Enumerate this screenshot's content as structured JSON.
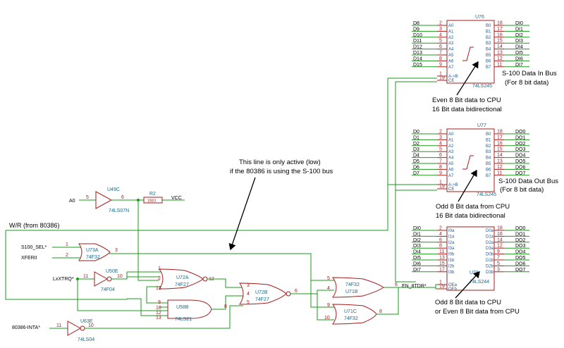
{
  "nets": {
    "d_hi": [
      "D8",
      "D9",
      "D10",
      "D11",
      "D12",
      "D13",
      "D14",
      "D15"
    ],
    "d_lo": [
      "D0",
      "D1",
      "D2",
      "D3",
      "D4",
      "D5",
      "D6",
      "D7"
    ],
    "di": [
      "DI0",
      "DI1",
      "DI2",
      "DI3",
      "DI4",
      "DI5",
      "DI6",
      "DI7"
    ],
    "do": [
      "DO0",
      "DO1",
      "DO2",
      "DO3",
      "DO4",
      "DO5",
      "DO6",
      "DO7"
    ],
    "a0": "A0",
    "vcc": "VCC",
    "wr": "W/R (from 80386)",
    "s100sel": "S100_SEL*",
    "xferii": "XFERII",
    "lxtrq": "LxXTRQ*",
    "inta": "80386-INTA*",
    "en8tdr": "EN_8TDR*"
  },
  "pins": {
    "a_left": [
      "2",
      "3",
      "4",
      "5",
      "6",
      "7",
      "8",
      "9"
    ],
    "b_right": [
      "18",
      "17",
      "16",
      "15",
      "14",
      "13",
      "12",
      "11"
    ],
    "dir": "1",
    "oe": "19",
    "bus244_left": [
      "2",
      "4",
      "6",
      "8",
      "11",
      "13",
      "15",
      "17"
    ],
    "bus244_right": [
      "18",
      "16",
      "14",
      "12",
      "9",
      "7",
      "5",
      "3"
    ],
    "bus244_oe_a": "1",
    "bus244_oe_b": "19",
    "u49c": [
      "5",
      "6"
    ],
    "u73a": [
      "1",
      "2",
      "3"
    ],
    "u50e": [
      "11",
      "10"
    ],
    "u72a": [
      "1",
      "2",
      "13",
      "12"
    ],
    "u58b": [
      "9",
      "10",
      "12",
      "13",
      "8"
    ],
    "u72b": [
      "3",
      "4",
      "5",
      "6"
    ],
    "u71b": [
      "5",
      "4",
      "6"
    ],
    "u71c": [
      "9",
      "10",
      "8"
    ],
    "u63e": [
      "11",
      "10"
    ]
  },
  "pinlabels": {
    "a245": [
      "A0",
      "A1",
      "A2",
      "A3",
      "A4",
      "A5",
      "A6",
      "A7"
    ],
    "b245": [
      "B0",
      "B1",
      "B2",
      "B3",
      "B4",
      "B5",
      "B6",
      "B7"
    ],
    "dir": "A->B",
    "ce": "CE",
    "a244": [
      "I0a",
      "I1a",
      "I2a",
      "I3a",
      "I0b",
      "I1b",
      "I2b",
      "I3b"
    ],
    "o244": [
      "D0a",
      "D1a",
      "D2a",
      "D3a",
      "D0b",
      "D1b",
      "D2b",
      "D3b"
    ],
    "oea": "OEa",
    "oeb": "OEb"
  },
  "chips": {
    "u76": {
      "ref": "U76",
      "type": "74LS245"
    },
    "u77": {
      "ref": "U77",
      "type": "74LS245"
    },
    "u78": {
      "ref": "U78",
      "type": "74LS244"
    },
    "u49c": {
      "ref": "U49C",
      "type": "74LS07N"
    },
    "r2": {
      "ref": "R2",
      "value": "100O"
    },
    "u73a": {
      "ref": "U73A",
      "type": "74F32"
    },
    "u50e": {
      "ref": "U50E",
      "type": "74F04"
    },
    "u72a": {
      "ref": "U72A",
      "type": "74F27"
    },
    "u58b": {
      "ref": "U58B",
      "type": "74LS21"
    },
    "u72b": {
      "ref": "U72B",
      "type": "74F27"
    },
    "u71b": {
      "ref": "U71B",
      "type": "74F32"
    },
    "u71c": {
      "ref": "U71C",
      "type": "74F32"
    },
    "u63e": {
      "ref": "U63E",
      "type": "74LS04"
    }
  },
  "annotations": {
    "datain_1": "S-100 Data In Bus",
    "datain_2": "(For 8 bit data)",
    "even_1": "Even 8 Bit data to CPU",
    "even_2": "16 Bit data bidirectional",
    "active_1": "This line is only active (low)",
    "active_2": "if the 80386 is using the S-100 bus",
    "dataout_1": "S-100 Data Out Bus",
    "dataout_2": "(For 8 bit data)",
    "odd_1": "Odd 8 Bit data from CPU",
    "odd_2": "16 Bit data bidirectional",
    "odd8_1": "Odd 8 Bit data to CPU",
    "odd8_2": "or Even 8 Bit data from CPU"
  }
}
